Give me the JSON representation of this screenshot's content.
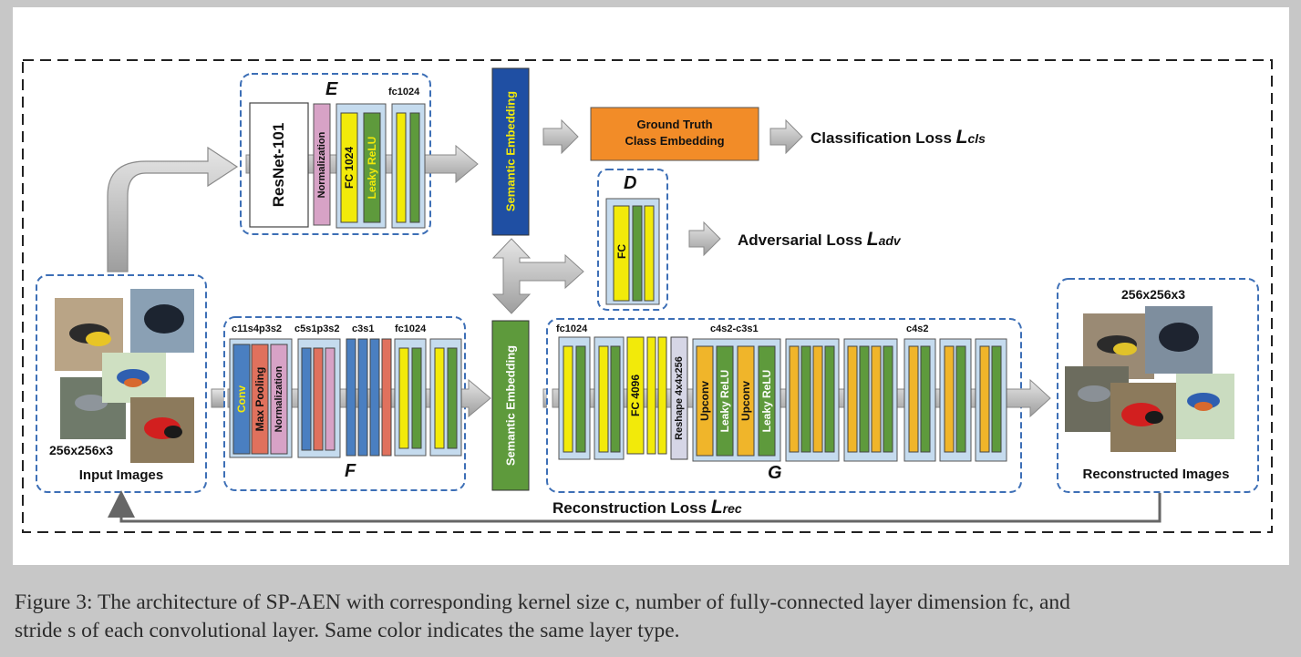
{
  "colors": {
    "conv": "#4a7fc1",
    "max_pool": "#e0715d",
    "normalization": "#d7a2c6",
    "fc_yellow": "#f2ea0a",
    "leaky_relu": "#5e9a3c",
    "upconv": "#f0b52a",
    "semantic_blue": "#1f4fa3",
    "semantic_green": "#5e9a3c",
    "ground_truth": "#f28c28",
    "dashed_border": "#3d6fb6",
    "layer_bg": "#c5dbee"
  },
  "encoder_e": {
    "letter": "E",
    "fc_label": "fc1024",
    "resnet": "ResNet-101",
    "normalization": "Normalization",
    "fc": "FC 1024",
    "leaky_relu": "Leaky ReLU"
  },
  "semantic_embedding_top": "Semantic Embedding",
  "semantic_embedding_bottom": "Semantic Embedding",
  "ground_truth": {
    "line1": "Ground Truth",
    "line2": "Class Embedding"
  },
  "classification_loss": {
    "text": "Classification Loss ",
    "symbol": "L",
    "sub": "cls"
  },
  "discriminator_d": {
    "letter": "D",
    "fc": "FC"
  },
  "adversarial_loss": {
    "text": "Adversarial Loss ",
    "symbol": "L",
    "sub": "adv"
  },
  "input_images": {
    "size": "256x256x3",
    "label": "Input Images"
  },
  "encoder_f": {
    "letter": "F",
    "label_c11": "c11s4p3s2",
    "label_c5": "c5s1p3s2",
    "label_c3": "c3s1",
    "label_fc": "fc1024",
    "conv": "Conv",
    "max_pooling": "Max Pooling",
    "normalization": "Normalization"
  },
  "generator_g": {
    "letter": "G",
    "label_fc": "fc1024",
    "label_c4s2c3s1": "c4s2-c3s1",
    "label_c4s2": "c4s2",
    "fc4096": "FC 4096",
    "reshape": "Reshape 4x4x256",
    "upconv1": "Upconv",
    "leaky1": "Leaky ReLU",
    "upconv2": "Upconv",
    "leaky2": "Leaky ReLU"
  },
  "reconstructed": {
    "size": "256x256x3",
    "label": "Reconstructed Images"
  },
  "reconstruction_loss": {
    "text": "Reconstruction Loss ",
    "symbol": "L",
    "sub": "rec"
  },
  "caption": {
    "line1": "Figure 3: The architecture of SP-AEN with corresponding kernel size c, number of fully-connected layer dimension fc, and",
    "line2": "stride s of each convolutional layer. Same color indicates the same layer type."
  }
}
